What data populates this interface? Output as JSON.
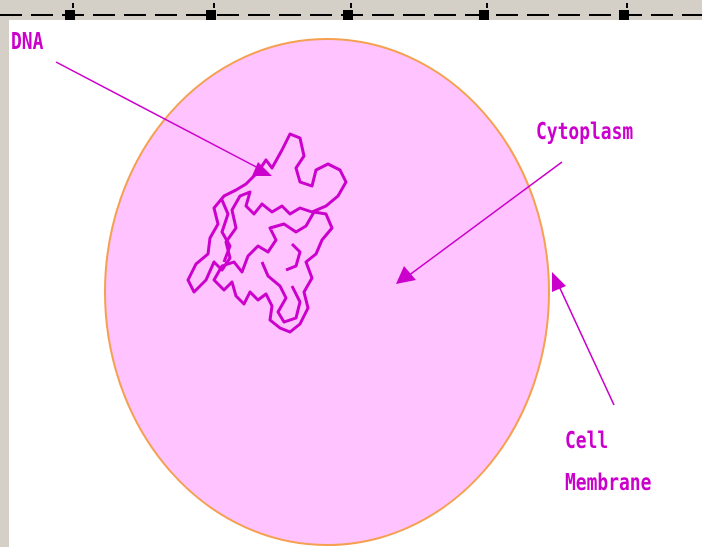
{
  "colors": {
    "window_bg": "#d4d0c8",
    "canvas_bg": "#ffffff",
    "cell_fill": "#ffc4ff",
    "membrane_stroke": "#f5a050",
    "label_color": "#cc00cc",
    "ruler_color": "#000000"
  },
  "labels": {
    "dna": "DNA",
    "cytoplasm": "Cytoplasm",
    "cell_line1": "Cell",
    "cell_line2": "Membrane"
  },
  "icons": {
    "ruler_handles": "square-handle",
    "arrows": "filled-arrowhead"
  }
}
